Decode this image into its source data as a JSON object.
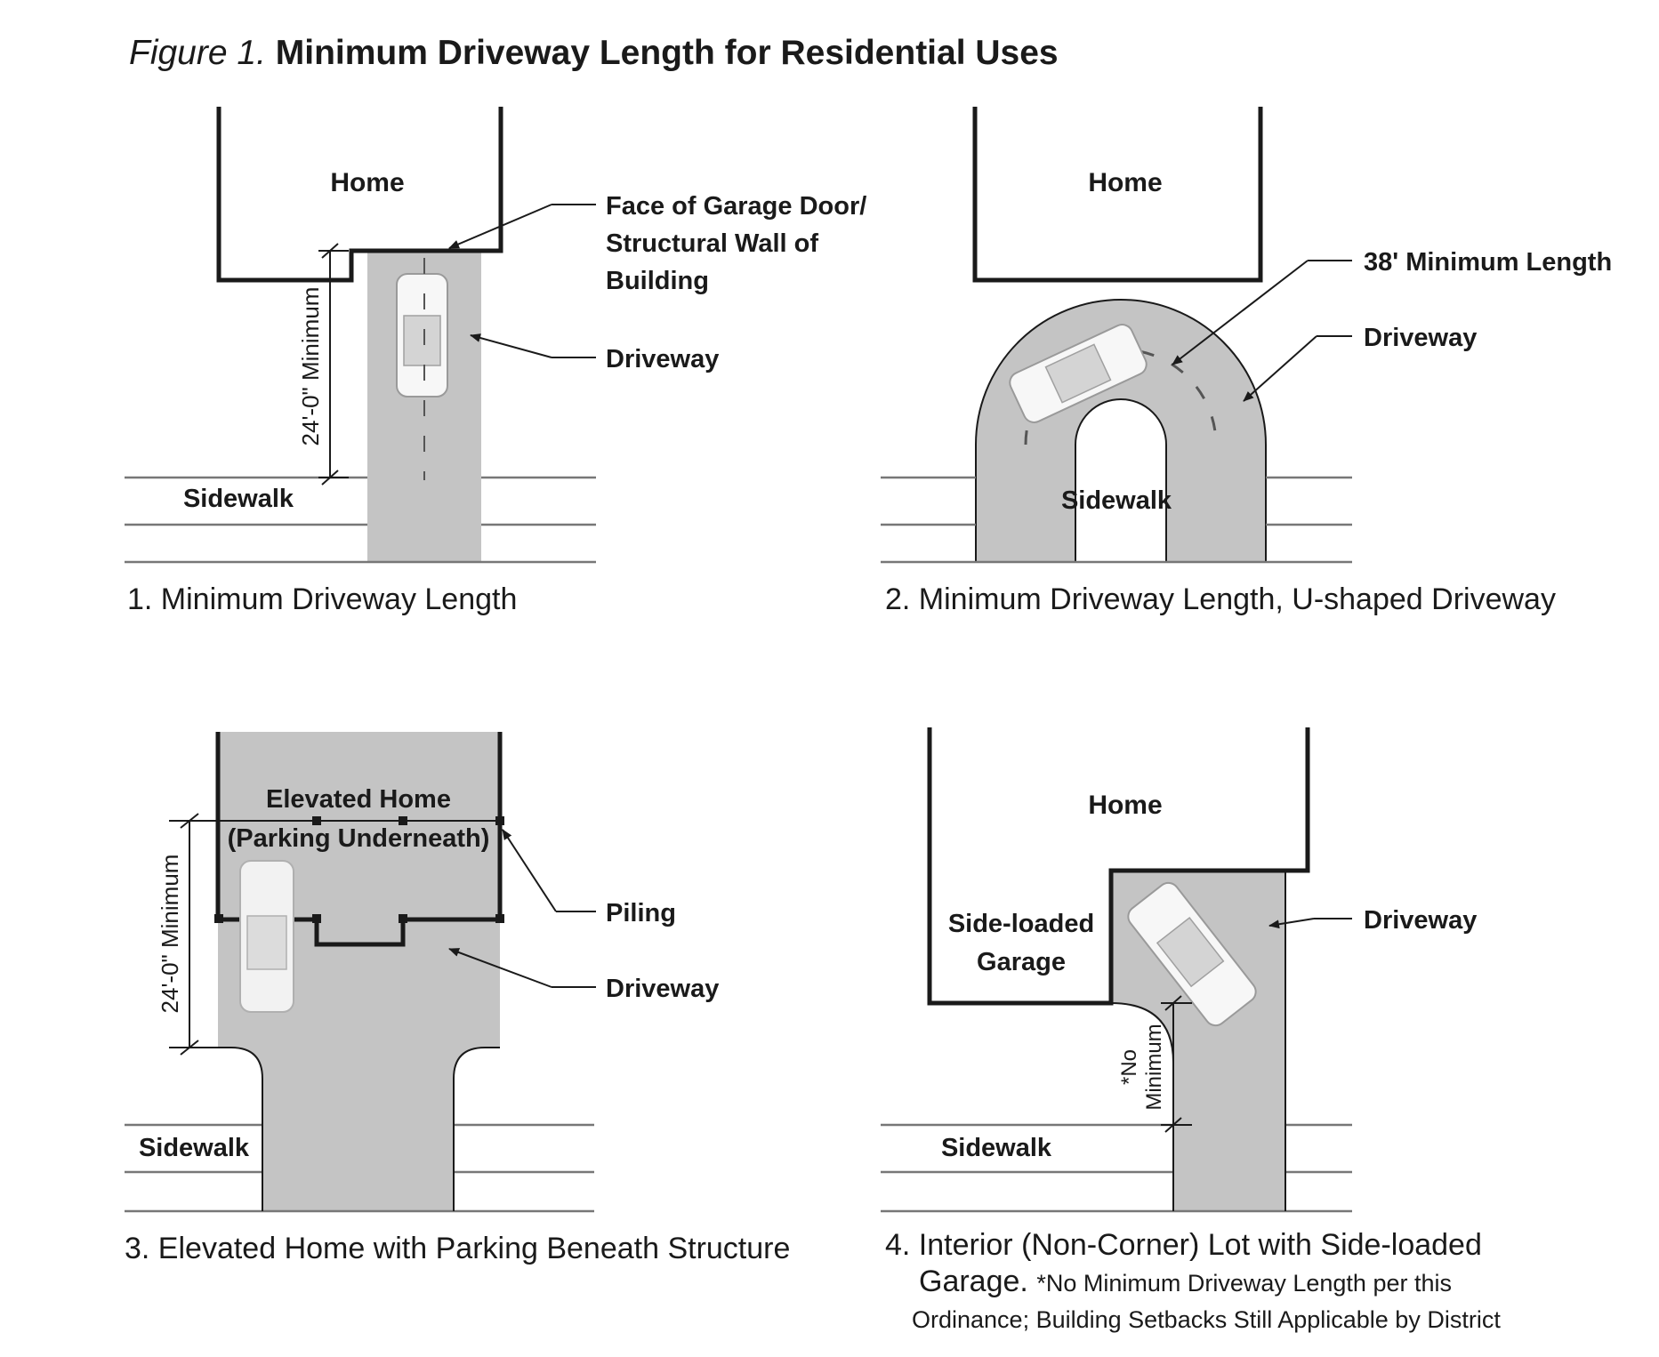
{
  "figure": {
    "label": "Figure 1.",
    "title": "Minimum Driveway Length for Residential Uses"
  },
  "panel1": {
    "home": "Home",
    "garage_callout": [
      "Face of Garage Door/",
      "Structural Wall of",
      "Building"
    ],
    "driveway": "Driveway",
    "sidewalk": "Sidewalk",
    "dimension": "24'-0\" Minimum",
    "caption": "1. Minimum Driveway Length"
  },
  "panel2": {
    "home": "Home",
    "length_callout": "38' Minimum Length",
    "driveway": "Driveway",
    "sidewalk": "Sidewalk",
    "caption": "2. Minimum Driveway Length, U-shaped Driveway"
  },
  "panel3": {
    "home_line1": "Elevated Home",
    "home_line2": "(Parking Underneath)",
    "piling": "Piling",
    "driveway": "Driveway",
    "sidewalk": "Sidewalk",
    "dimension": "24'-0\" Minimum",
    "caption": "3. Elevated Home with Parking Beneath Structure"
  },
  "panel4": {
    "home": "Home",
    "garage_line1": "Side-loaded",
    "garage_line2": "Garage",
    "driveway": "Driveway",
    "sidewalk": "Sidewalk",
    "dimension_line1": "*No",
    "dimension_line2": "Minimum",
    "caption_line1": "4. Interior (Non-Corner) Lot with Side-loaded",
    "caption_line2_main": "Garage.",
    "caption_line2_note": "*No Minimum Driveway Length per this",
    "caption_line3": "Ordinance; Building Setbacks Still Applicable by District"
  },
  "colors": {
    "driveway_fill": "#c4c4c4",
    "line": "#1a1a1a",
    "car": "#f7f7f7"
  }
}
